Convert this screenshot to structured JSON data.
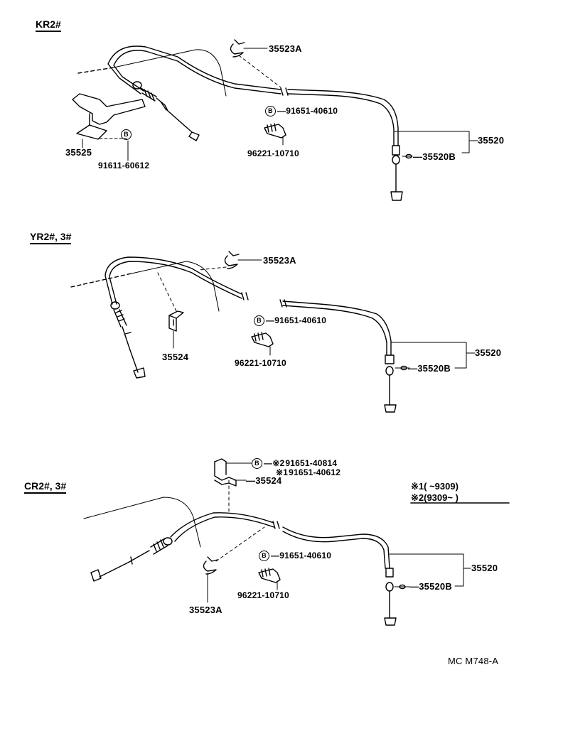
{
  "sections": [
    {
      "title": "KR2#",
      "labels": {
        "clip": "35523A",
        "bolt": "91651-40610",
        "clamp": "96221-10710",
        "cable": "35520",
        "grommet": "35520B",
        "bracket": "35525",
        "bracket_bolt": "91611-60612"
      }
    },
    {
      "title": "YR2#, 3#",
      "labels": {
        "clip": "35523A",
        "bolt": "91651-40610",
        "clamp": "96221-10710",
        "cable": "35520",
        "grommet": "35520B",
        "bracket": "35524"
      }
    },
    {
      "title": "CR2#, 3#",
      "labels": {
        "bracket_bolt_2": "91651-40814",
        "bracket_bolt_1": "91651-40612",
        "bracket": "35524",
        "bolt": "91651-40610",
        "clamp": "96221-10710",
        "clip": "35523A",
        "cable": "35520",
        "grommet": "35520B"
      },
      "note": {
        "row1_mark": "※1",
        "row1_text": "(        ~9309)",
        "row2_mark": "※2",
        "row2_text": "(9309~        )"
      }
    }
  ],
  "symbols": {
    "bolt_mark": "B",
    "ref1": "※1",
    "ref2": "※2"
  },
  "footer_code": "MC M748-A"
}
